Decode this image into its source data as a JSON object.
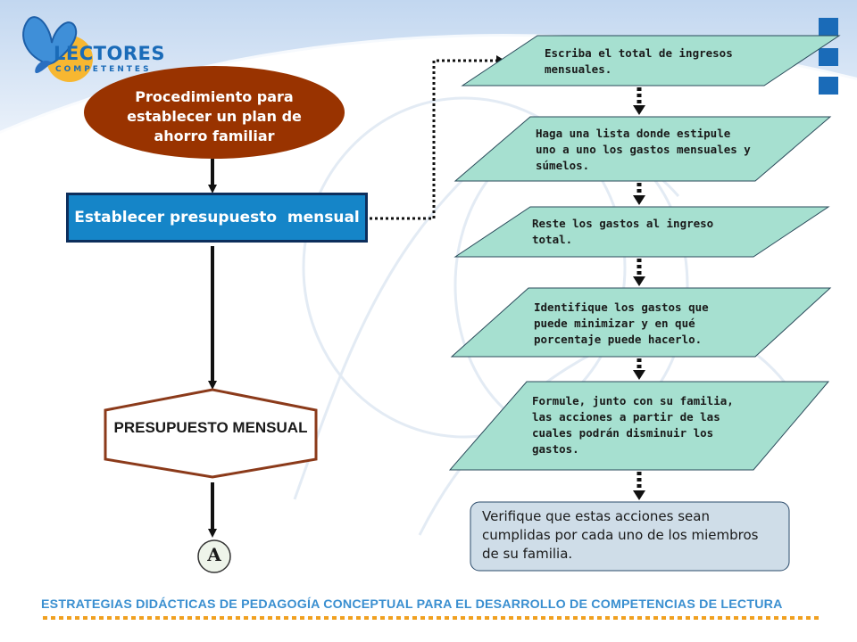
{
  "logo": {
    "line1": "LECTORES",
    "line2": "COMPETENTES"
  },
  "diagram": {
    "start_oval": "Procedimiento para establecer un plan de ahorro familiar",
    "main_process": "Establecer presupuesto  mensual",
    "output_octagon": "PRESUPUESTO MENSUAL",
    "connector": "A",
    "steps": [
      "Escriba el total de ingresos mensuales.",
      "Haga una lista donde estipule uno a uno los gastos mensuales y súmelos.",
      "Reste los gastos al ingreso total.",
      "Identifique los gastos que puede minimizar y en qué porcentaje puede hacerlo.",
      "Formule, junto con su familia, las acciones a partir de las cuales podrán disminuir los gastos."
    ],
    "final_step": "Verifique que estas acciones sean cumplidas por cada uno de los miembros de su familia."
  },
  "footer": "ESTRATEGIAS DIDÁCTICAS DE PEDAGOGÍA CONCEPTUAL PARA EL DESARROLLO DE COMPETENCIAS DE LECTURA",
  "colors": {
    "oval": "#993300",
    "main_box": "#1585c8",
    "parallelogram": "#a6e0d0",
    "final_box": "#cfdde8",
    "footer_text": "#3a8fd0",
    "footer_dots": "#f0a020",
    "accent_squares": "#1a6bb8"
  }
}
